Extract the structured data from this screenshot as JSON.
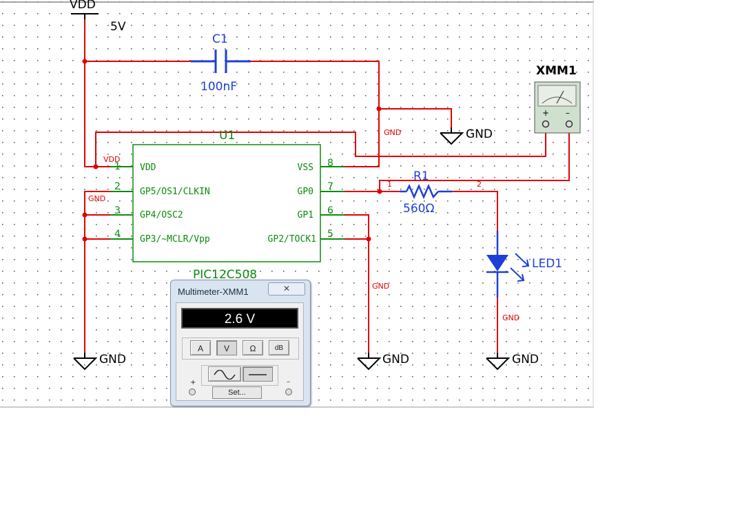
{
  "colors": {
    "wire": "#e00000",
    "component": "#1c3fd8",
    "chip": "#0c8a0c",
    "ground": "#000000",
    "grid_dot": "#5a5a5a"
  },
  "labels": {
    "vdd_top": "VDD",
    "vdd_value": "5V",
    "c1_ref": "C1",
    "c1_value": "100nF",
    "u1_ref": "U1",
    "u1_part": "PIC12C508",
    "r1_ref": "R1",
    "r1_value": "560Ω",
    "led_ref": "LED1",
    "xmm_ref": "XMM1",
    "gnd": "GND",
    "net_vdd": "VDD",
    "net_gnd": "GND",
    "node1": "1",
    "node2": "2"
  },
  "chip": {
    "pins_left": [
      {
        "num": "1",
        "name": "VDD"
      },
      {
        "num": "2",
        "name": "GP5/OS1/CLKIN"
      },
      {
        "num": "3",
        "name": "GP4/OSC2"
      },
      {
        "num": "4",
        "name": "GP3/~MCLR/Vpp"
      }
    ],
    "pins_right": [
      {
        "num": "8",
        "name": "VSS"
      },
      {
        "num": "7",
        "name": "GP0"
      },
      {
        "num": "6",
        "name": "GP1"
      },
      {
        "num": "5",
        "name": "GP2/TOCK1"
      }
    ]
  },
  "meter_symbol": {
    "plus": "+",
    "minus": "–"
  },
  "multimeter": {
    "title": "Multimeter-XMM1",
    "close": "✕",
    "reading": "2.6 V",
    "modes": [
      "A",
      "V",
      "Ω",
      "dB"
    ],
    "selected_mode": "V",
    "set_label": "Set...",
    "plus": "+",
    "minus": "–"
  }
}
